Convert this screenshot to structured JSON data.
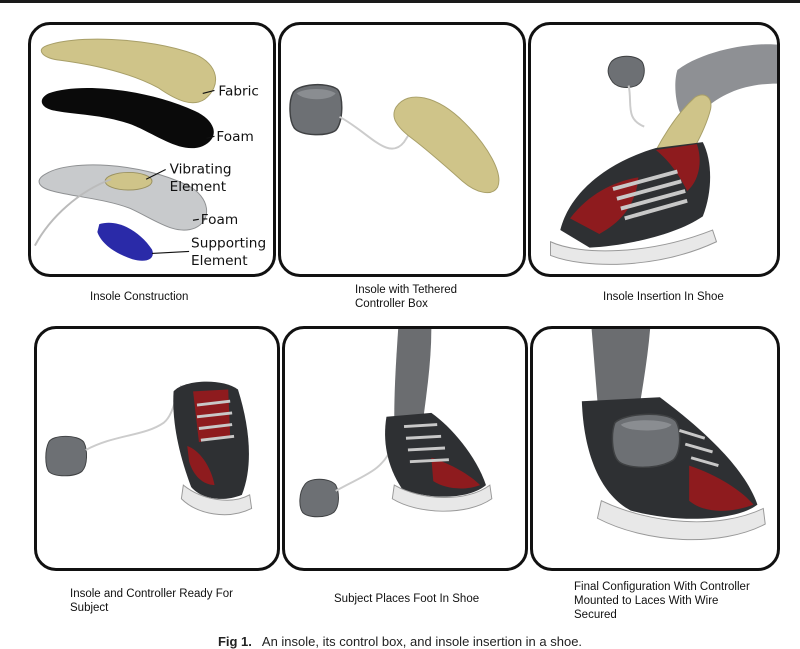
{
  "panels": [
    {
      "caption": "Insole Construction",
      "labels": {
        "fabric": "Fabric",
        "foam_top": "Foam",
        "vibrating_1": "Vibrating",
        "vibrating_2": "Element",
        "foam_bottom": "Foam",
        "supporting_1": "Supporting",
        "supporting_2": "Element"
      }
    },
    {
      "caption_lines": [
        "Insole with Tethered",
        "Controller Box"
      ]
    },
    {
      "caption": "Insole Insertion In Shoe"
    },
    {
      "caption_lines": [
        "Insole and Controller Ready For",
        "Subject"
      ]
    },
    {
      "caption": "Subject Places Foot In Shoe"
    },
    {
      "caption_lines": [
        "Final Configuration With Controller",
        "Mounted to Laces With Wire",
        "Secured"
      ]
    }
  ],
  "figure_caption": {
    "label": "Fig 1.",
    "text": "An insole, its control box, and insole insertion in a shoe."
  },
  "colors": {
    "fabric": "#cfc489",
    "foam_black": "#0a0a0a",
    "foam_grey": "#c8cacc",
    "support_blue": "#2a2aa8",
    "shoe_red": "#8e1b1e",
    "shoe_dark": "#2e3033",
    "shoe_white": "#e8e8e8",
    "controller": "#6d7074",
    "leg": "#6b6d70"
  }
}
